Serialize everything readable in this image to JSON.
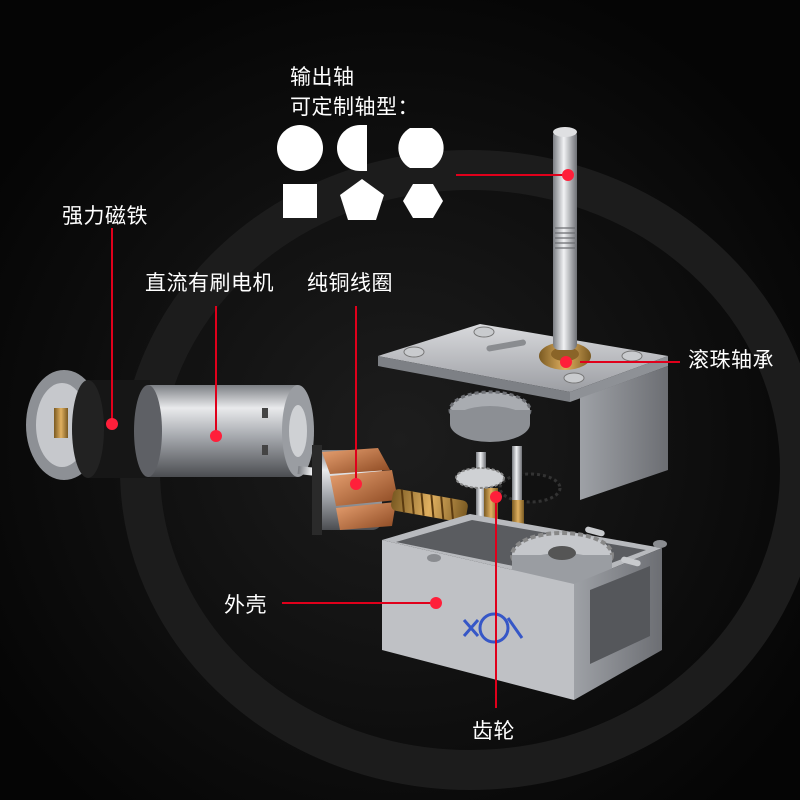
{
  "labels": {
    "output_shaft": "输出轴",
    "custom_shaft": "可定制轴型：",
    "magnet": "强力磁铁",
    "dc_motor": "直流有刷电机",
    "copper_coil": "纯铜线圈",
    "ball_bearing": "滚珠轴承",
    "housing": "外壳",
    "gear": "齿轮"
  },
  "shaft_shapes": [
    "circle-icon",
    "d-cut-circle-icon",
    "double-d-cut-circle-icon",
    "square-icon",
    "pentagon-icon",
    "hexagon-icon"
  ],
  "colors": {
    "background": "#0b0b0b",
    "text": "#ffffff",
    "callout_line": "#e0001b",
    "callout_dot": "#ff1f3a",
    "brass": "#c8913a",
    "copper": "#c8733e",
    "steel": "#b9bcc1"
  }
}
